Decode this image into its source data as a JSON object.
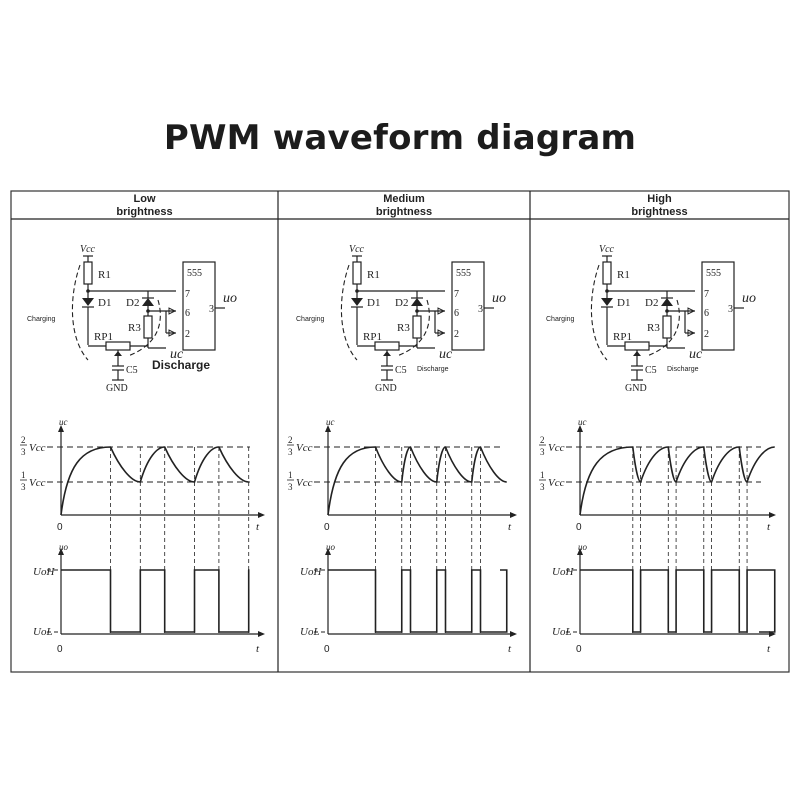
{
  "title": "PWM waveform diagram",
  "panels": [
    {
      "header_line1": "Low",
      "header_line2": "brightness",
      "charge_fraction": 0.45,
      "wave_cycles": 3,
      "circuit": {
        "vcc": "Vcc",
        "r1": "R1",
        "r2": "D1",
        "d2": "D2",
        "r3": "R3",
        "rp1": "RP1",
        "c5": "C5",
        "gnd": "GND",
        "chip": "555",
        "pin7": "7",
        "pin6": "6",
        "pin2": "2",
        "pin3": "3",
        "uo": "uo",
        "uc": "uc",
        "charging": "Charging",
        "discharge": "Discharge"
      }
    },
    {
      "header_line1": "Medium",
      "header_line2": "brightness",
      "charge_fraction": 0.25,
      "wave_cycles": 4,
      "circuit": {
        "vcc": "Vcc",
        "r1": "R1",
        "r2": "D1",
        "d2": "D2",
        "r3": "R3",
        "rp1": "RP1",
        "c5": "C5",
        "gnd": "GND",
        "chip": "555",
        "pin7": "7",
        "pin6": "6",
        "pin2": "2",
        "pin3": "3",
        "uo": "uo",
        "uc": "uc",
        "charging": "Charging",
        "discharge": "Discharge"
      }
    },
    {
      "header_line1": "High",
      "header_line2": "brightness",
      "charge_fraction": 0.78,
      "wave_cycles": 4,
      "circuit": {
        "vcc": "Vcc",
        "r1": "R1",
        "r2": "D1",
        "d2": "D2",
        "r3": "R3",
        "rp1": "RP1",
        "c5": "C5",
        "gnd": "GND",
        "chip": "555",
        "pin7": "7",
        "pin6": "6",
        "pin2": "2",
        "pin3": "3",
        "uo": "uo",
        "uc": "uc",
        "charging": "Charging",
        "discharge": "Discharge"
      }
    }
  ],
  "graph_labels": {
    "uc_axis": "uc",
    "uo_axis": "uo",
    "t_axis": "t",
    "origin": "0",
    "two_thirds_num": "2",
    "two_thirds_den": "3",
    "one_third_num": "1",
    "one_third_den": "3",
    "vcc": "Vcc",
    "uoh": "UoH",
    "uol": "UoL"
  }
}
